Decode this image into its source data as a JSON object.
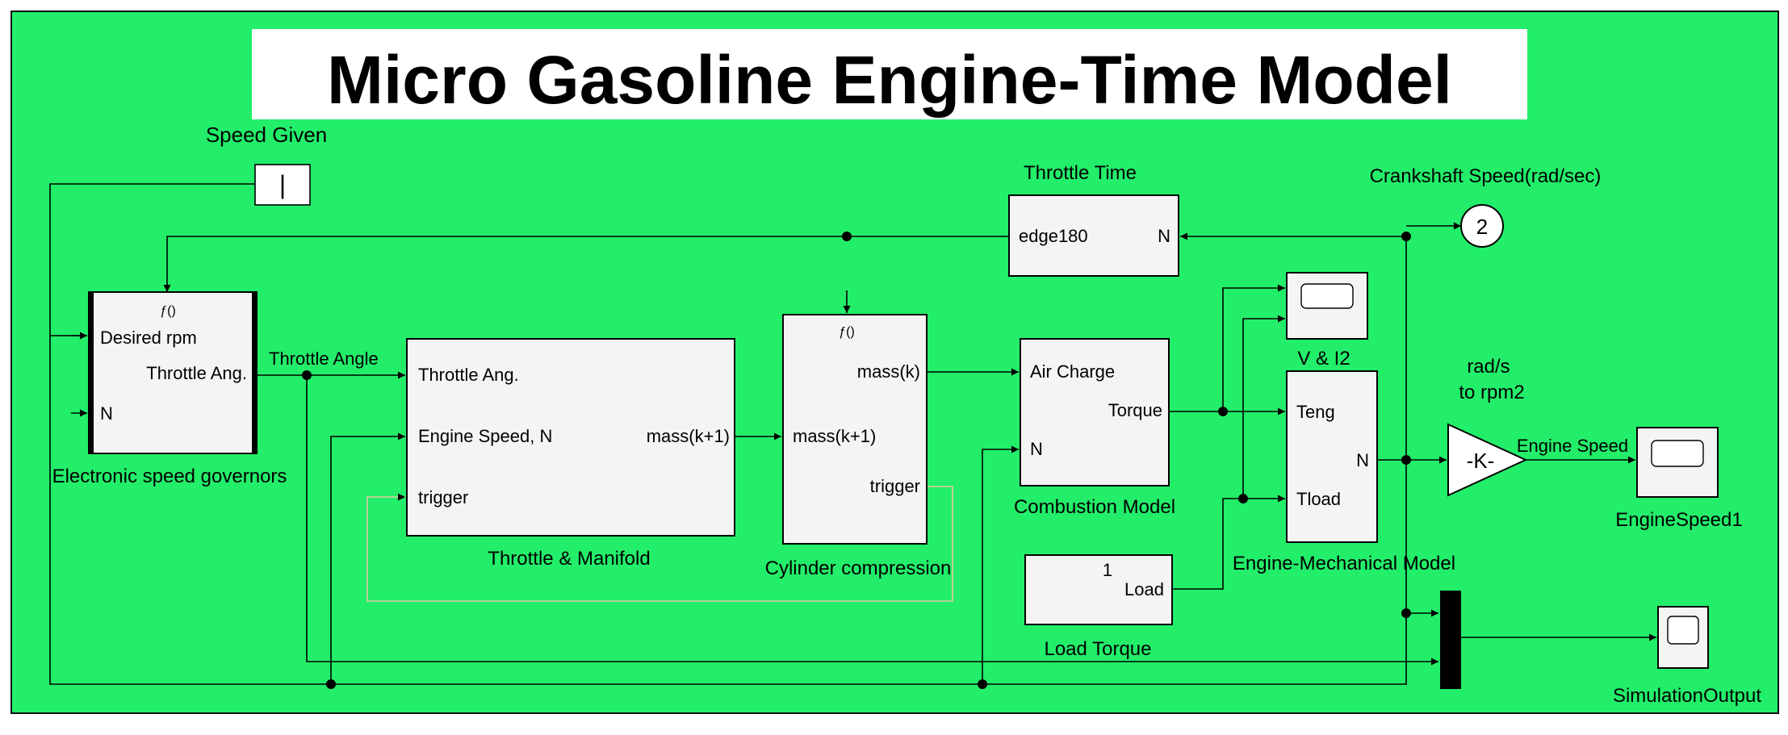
{
  "title": "Micro Gasoline Engine-Time Model",
  "colors": {
    "canvas": "#22ee6a",
    "block_fill": "#f4f4f4",
    "line": "#000000",
    "title_bg": "#ffffff"
  },
  "blocks": {
    "speed_given": {
      "label": "Speed Given",
      "glyph": "|"
    },
    "governor": {
      "label": "Electronic speed governors",
      "in1": "Desired rpm",
      "out1": "Throttle Ang.",
      "in2": "N",
      "badge": "ƒ()"
    },
    "throttle_manifold": {
      "label": "Throttle & Manifold",
      "in1": "Throttle Ang.",
      "in2": "Engine Speed, N",
      "in3": "trigger",
      "out1": "mass(k+1)"
    },
    "cylinder": {
      "label": "Cylinder compression",
      "out1": "mass(k)",
      "in1": "mass(k+1)",
      "out2": "trigger",
      "badge": "ƒ()"
    },
    "combustion": {
      "label": "Combustion Model",
      "in1": "Air Charge",
      "in2": "N",
      "out1": "Torque"
    },
    "throttle_time": {
      "label": "Throttle Time",
      "in1": "edge180",
      "out1": "N"
    },
    "mechanical": {
      "label": "Engine-Mechanical Model",
      "in1": "Teng",
      "in2": "Tload",
      "out1": "N"
    },
    "load_torque": {
      "label": "Load Torque",
      "value": "1",
      "out1": "Load"
    },
    "v_i2": {
      "label": "V & I2"
    },
    "gain": {
      "label_line1": "rad/s",
      "label_line2": "to rpm2",
      "glyph": "-K-"
    },
    "engine_speed1": {
      "label": "EngineSpeed1"
    },
    "sim_output": {
      "label": "SimulationOutput"
    },
    "crank_port": {
      "label": "Crankshaft Speed(rad/sec)",
      "number": "2"
    }
  },
  "signals": {
    "throttle_angle": "Throttle Angle",
    "engine_speed": "Engine Speed"
  }
}
